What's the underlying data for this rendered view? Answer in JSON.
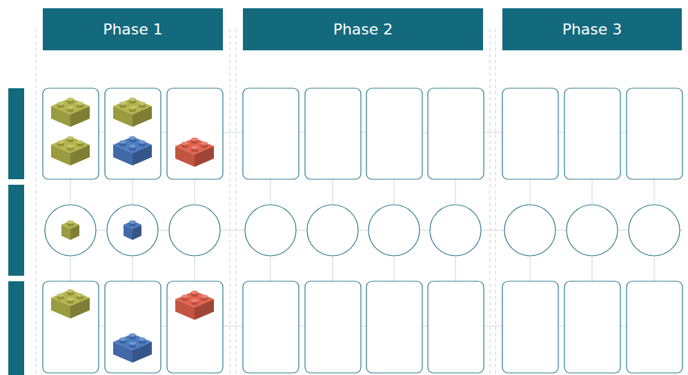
{
  "diagram": {
    "nodes": [
      {
        "text": [
          "Phase 1"
        ]
      },
      {
        "text": [
          "Phase 2"
        ]
      },
      {
        "text": [
          "Phase 3"
        ]
      }
    ]
  }
}
